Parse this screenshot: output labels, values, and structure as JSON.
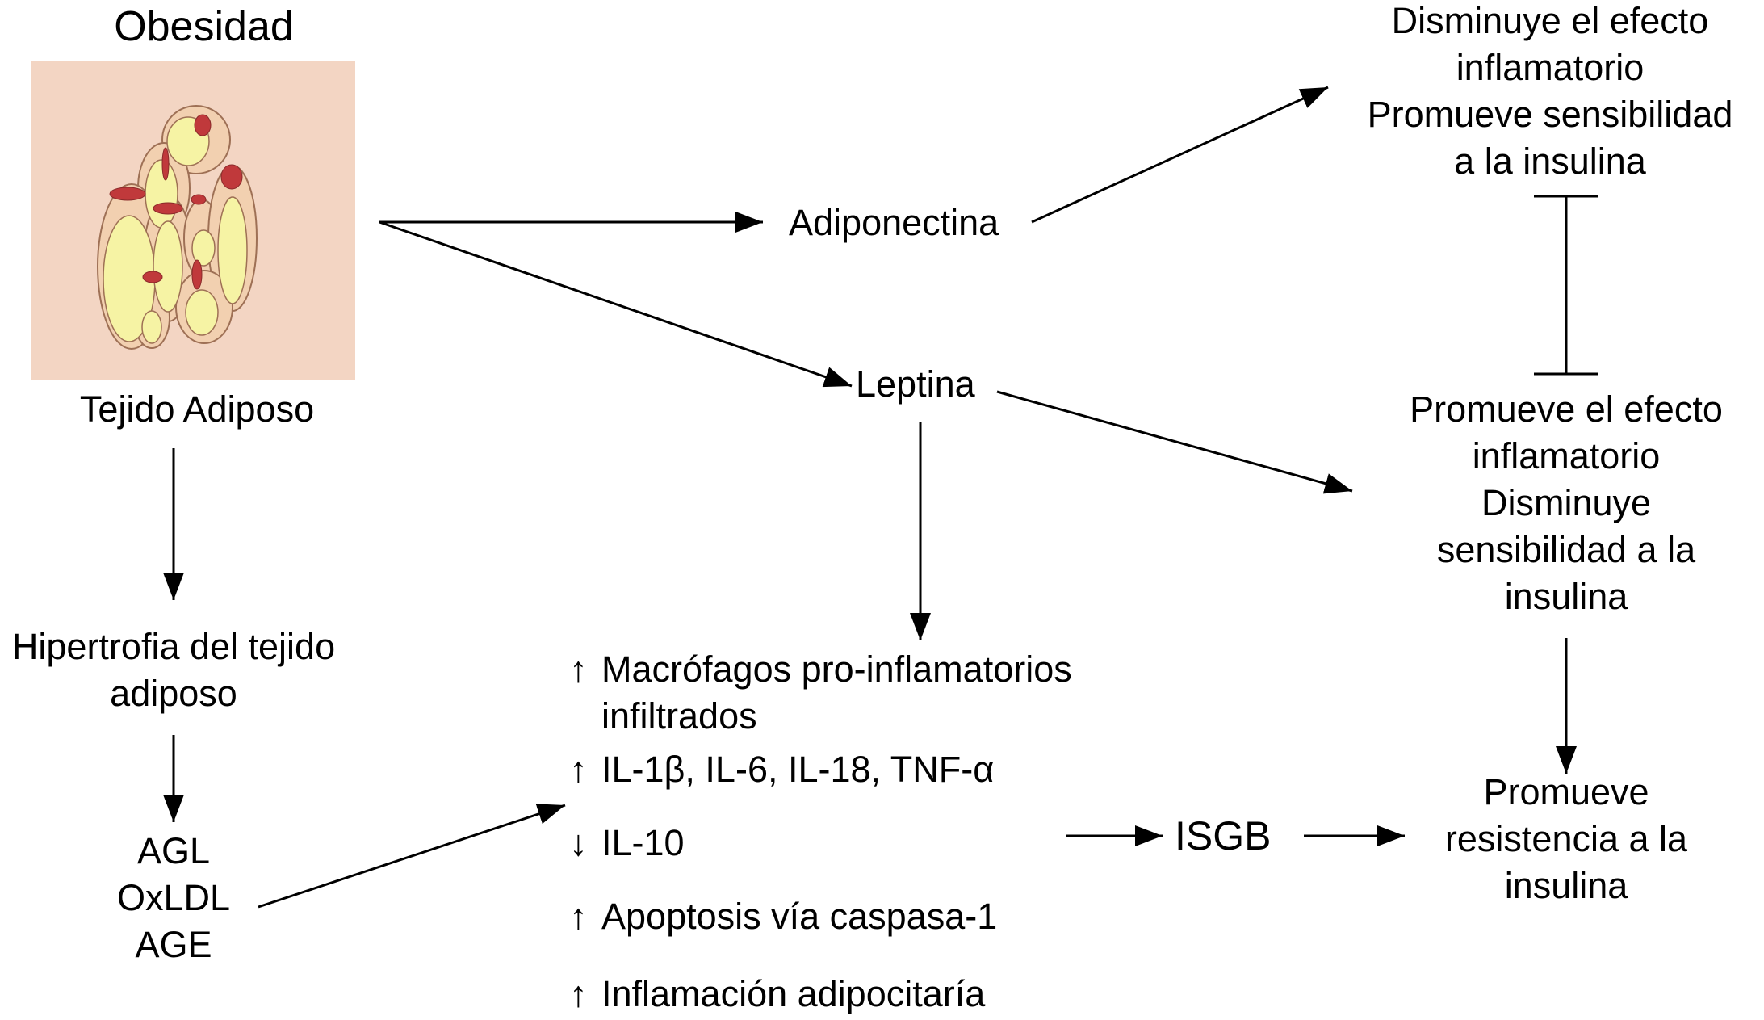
{
  "title": "Obesidad",
  "tissue_label": "Tejido Adiposo",
  "hypertrophy": [
    "Hipertrofia del tejido",
    "adiposo"
  ],
  "molecules": [
    "AGL",
    "OxLDL",
    "AGE"
  ],
  "adiponectin": "Adiponectina",
  "leptin": "Leptina",
  "adipo_effect": [
    "Disminuye el efecto",
    "inflamatorio",
    "Promueve sensibilidad",
    "a la insulina"
  ],
  "leptin_effect": [
    "Promueve el efecto",
    "inflamatorio",
    "Disminuye",
    "sensibilidad a la",
    "insulina"
  ],
  "markers": {
    "up_symbol": "↑",
    "down_symbol": "↓",
    "macrophages": [
      "Macrófagos pro-inflamatorios",
      "infiltrados"
    ],
    "cytokines": "IL-1β, IL-6, IL-18, TNF-α",
    "il10": "IL-10",
    "apoptosis": "Apoptosis vía caspasa-1",
    "inflammation": "Inflamación adipocitaría"
  },
  "isgb": "ISGB",
  "resistance": [
    "Promueve",
    "resistencia a la",
    "insulina"
  ],
  "colors": {
    "tissue_bg": "#f3d5c3",
    "cell_fill": "#f2d0b0",
    "cell_stroke": "#9e7055",
    "vacuole": "#f6f3a4",
    "nucleus": "#c0393b",
    "line": "#000000"
  }
}
